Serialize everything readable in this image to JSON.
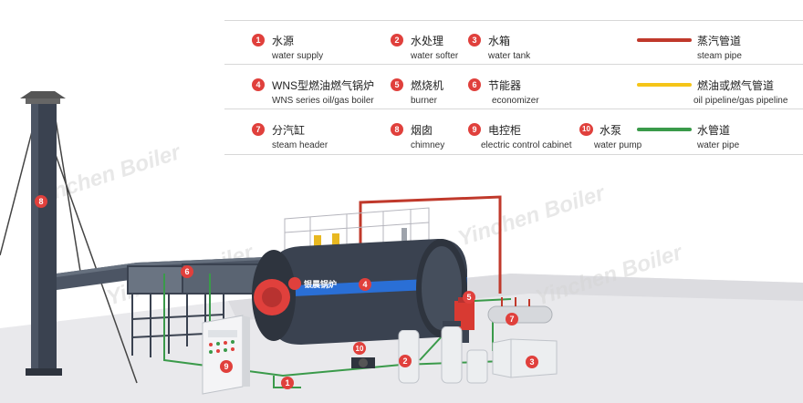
{
  "legend": {
    "items": [
      {
        "num": "1",
        "zh": "水源",
        "en": "water supply"
      },
      {
        "num": "2",
        "zh": "水处理",
        "en": "water softer"
      },
      {
        "num": "3",
        "zh": "水箱",
        "en": "water tank"
      },
      {
        "num": "4",
        "zh": "WNS型燃油燃气锅炉",
        "en": "WNS series oil/gas boiler"
      },
      {
        "num": "5",
        "zh": "燃烧机",
        "en": "burner"
      },
      {
        "num": "6",
        "zh": "节能器",
        "en": "economizer"
      },
      {
        "num": "7",
        "zh": "分汽缸",
        "en": "steam header"
      },
      {
        "num": "8",
        "zh": "烟囱",
        "en": "chimney"
      },
      {
        "num": "9",
        "zh": "电控柜",
        "en": "electric control cabinet"
      },
      {
        "num": "10",
        "zh": "水泵",
        "en": "water pump"
      }
    ],
    "pipes": [
      {
        "zh": "蒸汽管道",
        "en": "steam pipe",
        "color": "#c0392b"
      },
      {
        "zh": "燃油或燃气管道",
        "en": "oil pipeline/gas pipeline",
        "color": "#f5c518"
      },
      {
        "zh": "水管道",
        "en": "water pipe",
        "color": "#3a9a4a"
      }
    ]
  },
  "scene": {
    "boiler_brand": "银晨锅炉",
    "watermark": "Yinchen Boiler",
    "colors": {
      "badge": "#e0403c",
      "boiler_body": "#3a4250",
      "stripe": "#2a6fd6",
      "door": "#e0403c",
      "floor": "#e9e9ec"
    }
  }
}
